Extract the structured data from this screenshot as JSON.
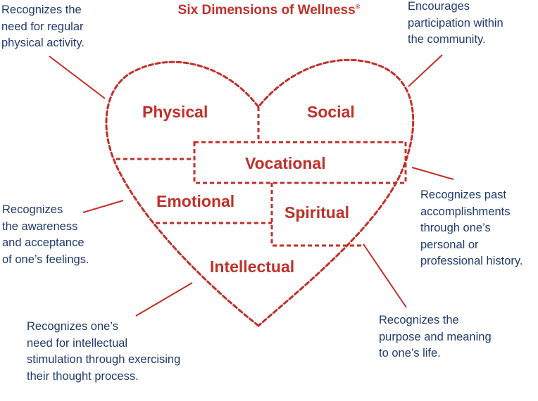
{
  "title": {
    "text": "Six Dimensions of Wellness",
    "mark": "®"
  },
  "dimensions": {
    "physical": "Physical",
    "social": "Social",
    "vocational": "Vocational",
    "emotional": "Emotional",
    "spiritual": "Spiritual",
    "intellectual": "Intellectual"
  },
  "descriptions": {
    "physical": "Recognizes the\nneed for regular\nphysical activity.",
    "social": "Encourages\nparticipation within\nthe community.",
    "vocational": "Recognizes past\naccomplishments\nthrough one’s\npersonal or\nprofessional history.",
    "emotional": "Recognizes\nthe awareness\nand acceptance\nof one’s feelings.",
    "intellectual": "Recognizes one’s\nneed for intellectual\nstimulation through exercising\ntheir thought process.",
    "spiritual": "Recognizes the\npurpose and meaning\nto one’s life."
  },
  "colors": {
    "accent": "#c0302a",
    "text": "#1f3a6d"
  }
}
